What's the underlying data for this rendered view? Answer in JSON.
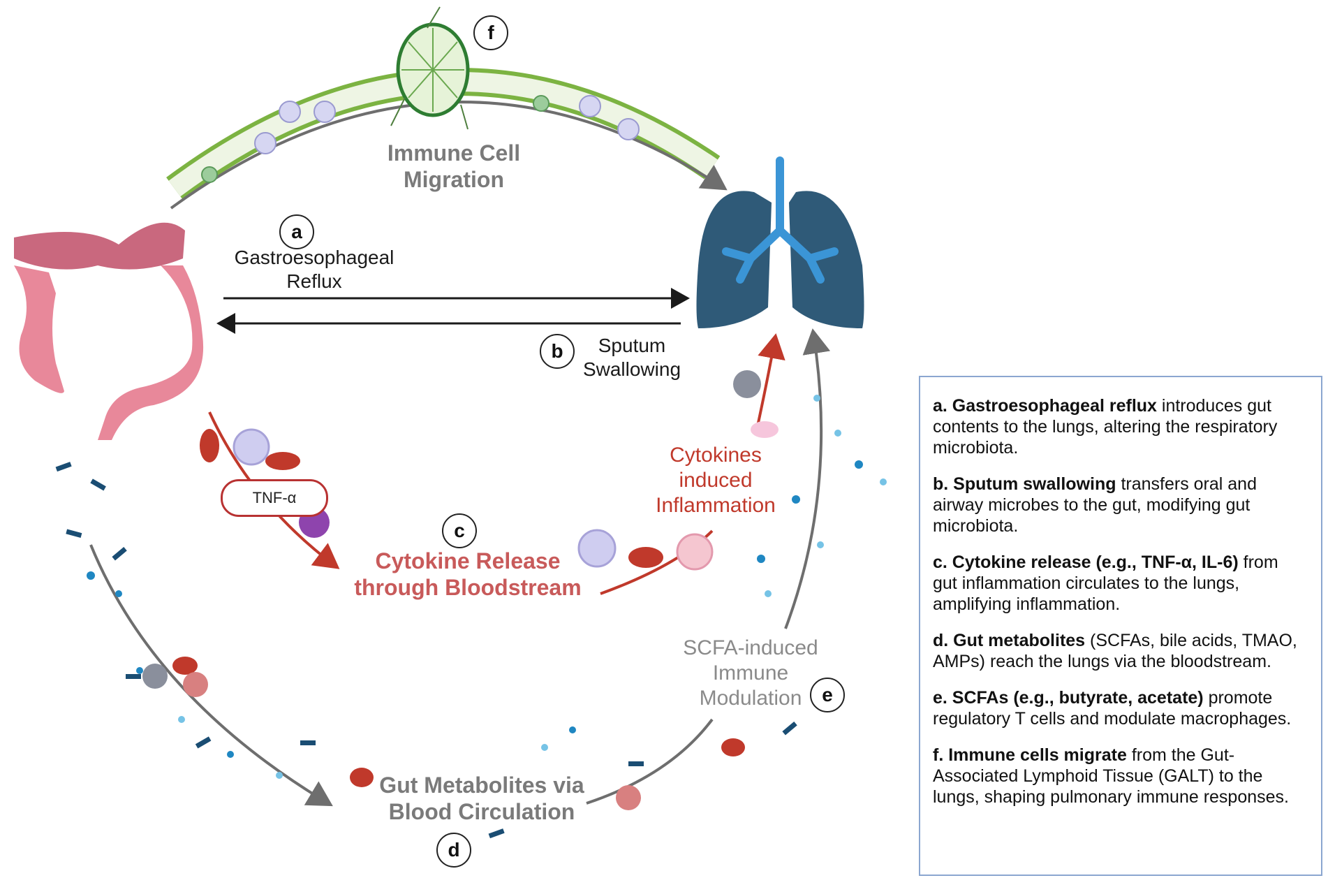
{
  "labels": {
    "immune_cell_migration": [
      "Immune Cell",
      "Migration"
    ],
    "gastroesophageal_reflux": [
      "Gastroesophageal",
      "Reflux"
    ],
    "sputum_swallowing": [
      "Sputum",
      "Swallowing"
    ],
    "cytokine_release": [
      "Cytokine Release",
      "through Bloodstream"
    ],
    "cytokines_inflammation": [
      "Cytokines",
      "induced",
      "Inflammation"
    ],
    "tnf": "TNF-α",
    "scfa_modulation": [
      "SCFA-induced",
      "Immune",
      "Modulation"
    ],
    "gut_metabolites": [
      "Gut Metabolites via",
      "Blood Circulation"
    ]
  },
  "badges": {
    "a": "a",
    "b": "b",
    "c": "c",
    "d": "d",
    "e": "e",
    "f": "f"
  },
  "legend": [
    {
      "bold": "a. Gastroesophageal reflux",
      "text": " introduces gut contents to the lungs, altering the respiratory microbiota."
    },
    {
      "bold": "b. Sputum swallowing",
      "text": " transfers oral and airway microbes to the gut, modifying gut microbiota."
    },
    {
      "bold": "c. Cytokine release (e.g., TNF-α, IL-6)",
      "text": " from gut inflammation circulates to the lungs, amplifying inflammation."
    },
    {
      "bold": "d. Gut metabolites",
      "text": " (SCFAs, bile acids, TMAO, AMPs) reach the lungs via the bloodstream."
    },
    {
      "bold": "e. SCFAs (e.g., butyrate, acetate)",
      "text": " promote regulatory T cells and modulate macrophages."
    },
    {
      "bold": "f. Immune cells migrate",
      "text": " from the Gut-Associated Lymphoid Tissue (GALT) to the lungs, shaping pulmonary immune responses."
    }
  ],
  "colors": {
    "lung": "#2f5a78",
    "airway": "#3b95d6",
    "gut": "#e8889a",
    "stomach": "#c9687e",
    "vessel_green": "#7cb342",
    "arrow_grey": "#6e6e6e",
    "cytokine_red": "#c0392b",
    "legend_border": "#8ba6d0"
  }
}
